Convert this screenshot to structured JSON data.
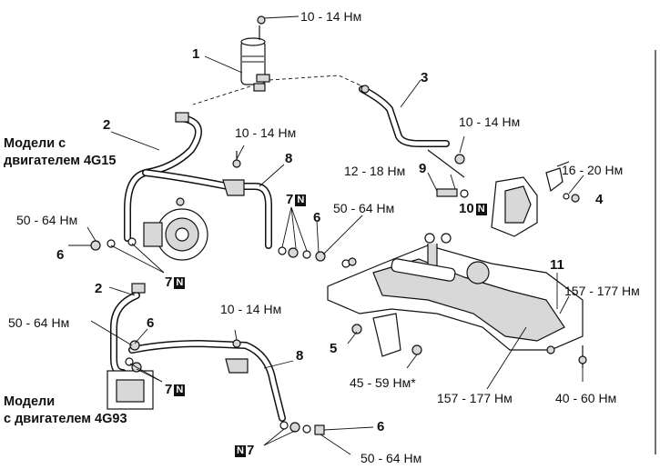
{
  "models": {
    "top": [
      "Модели с",
      "двигателем 4G15"
    ],
    "bottom": [
      "Модели",
      "с двигателем 4G93"
    ]
  },
  "torques": {
    "reservoir_bolt": "10 - 14 Нм",
    "pipe_clamp": "10 - 14 Нм",
    "bracket_top": "10 - 14 Нм",
    "bracket_bottom": "10 - 14 Нм",
    "fitting_9": "12 - 18 Нм",
    "bolt_4": "16 - 20 Нм",
    "pump_eye_top": "50 - 64 Нм",
    "rack_eye_top": "50 - 64 Нм",
    "pump_eye_bottom": "50 - 64 Нм",
    "rack_eye_bottom": "50 - 64 Нм",
    "crossmember_right": "157 - 177 Нм",
    "crossmember_bottom": "157 - 177 Нм",
    "clamp_5": "45 - 59 Нм*",
    "bolt_40": "40 - 60 Нм"
  },
  "callouts": {
    "reservoir": "1",
    "hose_top": "2",
    "pipe": "3",
    "bolt": "4",
    "clamp": "5",
    "eyebolt_pump_top": "6",
    "eyebolt_rack_top": "6",
    "eyebolt_pump_bottom": "6",
    "eyebolt_rack_bottom": "6",
    "washers_rack_top": "7",
    "washers_pump_top": "7",
    "washers_pump_bottom": "7",
    "washers_rack_bottom": "7",
    "pressure_hose_top": "8",
    "pressure_hose_bottom": "8",
    "fitting": "9",
    "fitting_10": "10",
    "crossmember": "11",
    "hose_bottom": "2"
  },
  "new_part_mark": "N",
  "icons": [
    "bolt-icon",
    "washer-icon",
    "reservoir-icon",
    "pump-icon",
    "rack-icon",
    "crossmember-icon"
  ]
}
